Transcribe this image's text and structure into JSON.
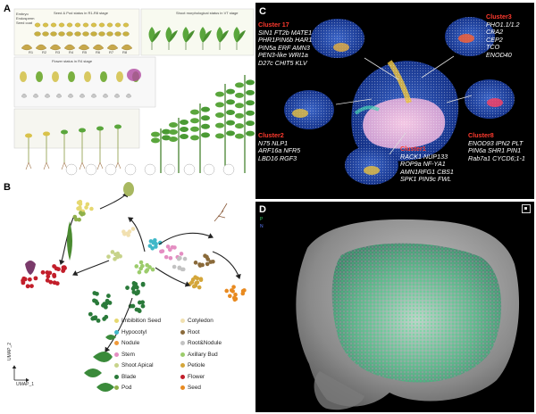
{
  "panels": {
    "a": {
      "letter": "A",
      "legend_seed": [
        "Embryo",
        "Endosperm",
        "Seed coat"
      ],
      "stage_heading_1": "Seed & Pod status in R1-R8 stage",
      "stage_heading_2": "Shoot morphological status in VT stage",
      "stage_heading_3": "Flower status in R4 stage",
      "stage_labels": [
        "R1",
        "R2",
        "R3",
        "R4",
        "R5",
        "R6",
        "R7",
        "R8"
      ],
      "colors": {
        "leaf": "#5aa63c",
        "seed": "#d9c24a",
        "flower": "#b04aa0",
        "root": "#a0754a"
      }
    },
    "b": {
      "letter": "B",
      "axis_x": "UMAP_1",
      "axis_y": "UMAP_2",
      "legend": [
        {
          "label": "Imbibition Seed",
          "color": "#e6d870"
        },
        {
          "label": "Cotyledon",
          "color": "#f1e0b0"
        },
        {
          "label": "Hypocotyl",
          "color": "#3fb8c8"
        },
        {
          "label": "Root",
          "color": "#8a6a3a"
        },
        {
          "label": "Nodule",
          "color": "#f19a3a"
        },
        {
          "label": "Root&Nodule",
          "color": "#c2c2c2"
        },
        {
          "label": "Stem",
          "color": "#e48ec2"
        },
        {
          "label": "Axillary Bud",
          "color": "#9ccc6c"
        },
        {
          "label": "Shoot Apical",
          "color": "#c7d38a"
        },
        {
          "label": "Petiole",
          "color": "#d4a63a"
        },
        {
          "label": "Blade",
          "color": "#2a7a3a"
        },
        {
          "label": "Flower",
          "color": "#c21e2a"
        },
        {
          "label": "Pod",
          "color": "#8fb04a"
        },
        {
          "label": "Seed",
          "color": "#e88a20"
        }
      ]
    },
    "c": {
      "letter": "C",
      "clusters": [
        {
          "title": "Cluster 17",
          "genes": [
            "SIN1 FT2b MATE1",
            "PHR1PIN6b HAR1",
            "PIN5a ERF AMN3",
            "PEN3-like WRI1a",
            "D27c CHIT5 KLV"
          ]
        },
        {
          "title": "Cluster3",
          "genes": [
            "PHO1.1/1.2",
            "CRA2",
            "CEP2",
            "TCO",
            "ENOD40"
          ]
        },
        {
          "title": "Cluster2",
          "genes": [
            "N75 NLP1",
            "ARF16a NFR5",
            "LBD16 RGF3"
          ]
        },
        {
          "title": "Cluster8",
          "genes": [
            "ENOD93 IPN2 PLT",
            "PIN6a SHR1 PIN1",
            "Rab7a1 CYCD6;1-1"
          ]
        },
        {
          "title": "Cluster1",
          "genes": [
            "RACK1 NUP133",
            "ROP9a NF-YA1",
            "AMN1RFG1 CBS1",
            "SPK1 PIN9c FWL"
          ]
        }
      ]
    },
    "d": {
      "letter": "D",
      "channels": [
        {
          "label": "P",
          "color": "#39d46a"
        },
        {
          "label": "N",
          "color": "#5b7cff"
        }
      ]
    }
  }
}
